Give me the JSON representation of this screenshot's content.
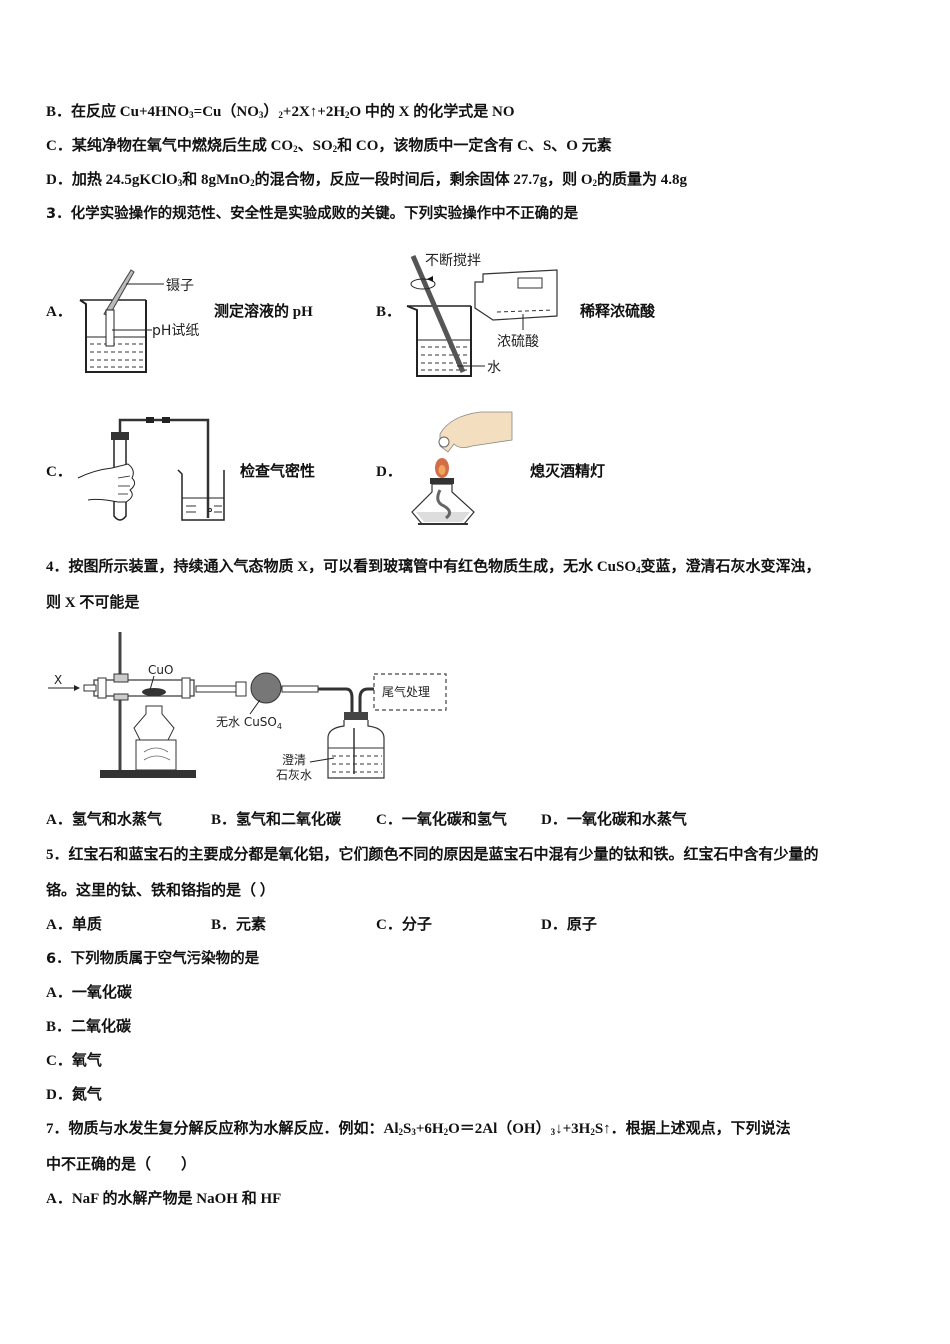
{
  "q2_tail": {
    "B": {
      "label": "B．",
      "text_parts": [
        "在反应 Cu+4HNO",
        "3",
        "=Cu（NO",
        "3",
        "）",
        "2",
        "+2X↑+2H",
        "2",
        "O 中的 X 的化学式是 NO"
      ]
    },
    "C": {
      "label": "C．",
      "text_parts": [
        "某纯净物在氧气中燃烧后生成 CO",
        "2",
        "、SO",
        "2",
        "和 CO，该物质中一定含有 C、S、O 元素"
      ]
    },
    "D": {
      "label": "D．",
      "text_parts": [
        "加热 24.5gKClO",
        "3",
        "和 8gMnO",
        "2",
        "的混合物，反应一段时间后，剩余固体 27.7g，则 O",
        "2",
        "的质量为 4.8g"
      ]
    }
  },
  "q3": {
    "stem": "3．化学实验操作的规范性、安全性是实验成败的关键。下列实验操作中不正确的是",
    "options": [
      {
        "label": "A．",
        "caption": "测定溶液的 pH",
        "figure_labels": [
          "镊子",
          "pH试纸"
        ]
      },
      {
        "label": "B．",
        "caption": "稀释浓硫酸",
        "figure_labels": [
          "不断搅拌",
          "浓硫酸",
          "水"
        ]
      },
      {
        "label": "C．",
        "caption": "检查气密性",
        "figure_labels": []
      },
      {
        "label": "D．",
        "caption": "熄灭酒精灯",
        "figure_labels": []
      }
    ]
  },
  "q4": {
    "stem_line1_parts": [
      "4．按图所示装置，持续通入气态物质 X，可以看到玻璃管中有红色物质生成，无水 CuSO",
      "4",
      "变蓝，澄清石灰水变浑浊，"
    ],
    "stem_line2": "则 X 不可能是",
    "figure_labels": {
      "inlet": "X",
      "cuo": "CuO",
      "cuso4": "无水 CuSO",
      "cuso4_sub": "4",
      "limewater_1": "澄清",
      "limewater_2": "石灰水",
      "tail_gas": "尾气处理"
    },
    "options": [
      {
        "label": "A．",
        "text": "氢气和水蒸气"
      },
      {
        "label": "B．",
        "text": "氢气和二氧化碳"
      },
      {
        "label": "C．",
        "text": "一氧化碳和氢气"
      },
      {
        "label": "D．",
        "text": "一氧化碳和水蒸气"
      }
    ]
  },
  "q5": {
    "stem_line1": "5．红宝石和蓝宝石的主要成分都是氧化铝，它们颜色不同的原因是蓝宝石中混有少量的钛和铁。红宝石中含有少量的",
    "stem_line2": "铬。这里的钛、铁和铬指的是（ ）",
    "options": [
      {
        "label": "A．",
        "text": "单质"
      },
      {
        "label": "B．",
        "text": "元素"
      },
      {
        "label": "C．",
        "text": "分子"
      },
      {
        "label": "D．",
        "text": "原子"
      }
    ]
  },
  "q6": {
    "stem": "6．下列物质属于空气污染物的是",
    "options": [
      {
        "label": "A．",
        "text": "一氧化碳"
      },
      {
        "label": "B．",
        "text": "二氧化碳"
      },
      {
        "label": "C．",
        "text": "氧气"
      },
      {
        "label": "D．",
        "text": "氮气"
      }
    ]
  },
  "q7": {
    "stem_line1_parts": [
      "7．物质与水发生复分解反应称为水解反应．例如：Al",
      "2",
      "S",
      "3",
      "+6H",
      "2",
      "O＝2Al（OH）",
      "3",
      "↓+3H",
      "2",
      "S↑．根据上述观点，下列说法"
    ],
    "stem_line2": "中不正确的是（　　）",
    "options": [
      {
        "label": "A．",
        "text": "NaF 的水解产物是 NaOH 和 HF"
      }
    ]
  }
}
